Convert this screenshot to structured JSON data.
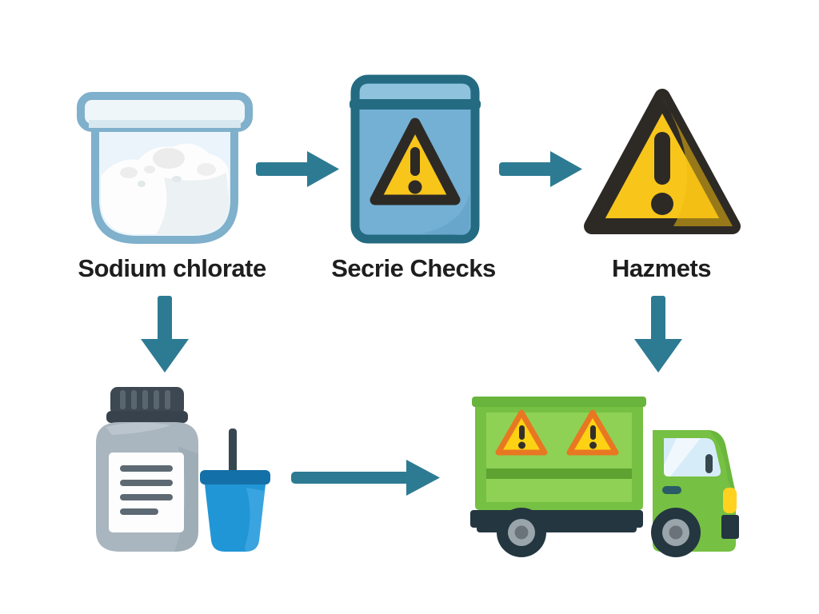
{
  "diagram": {
    "type": "flowchart",
    "description": "Hazmat handling flow: sodium chlorate powder jar leads to a sealed warning pouch (security checks) and hazard warning, then down to labeled chemical bottle with cup, and onward to a hazmat transport truck.",
    "colors": {
      "background": "#ffffff",
      "arrow": "#2d7b93",
      "label_text": "#1e1e1e",
      "warning_yellow": "#f8c51b",
      "warning_border": "#2d2a26",
      "pouch_blue": "#74b0d4",
      "pouch_border": "#246b82",
      "jar_outline": "#7fb0cc",
      "powder_white": "#fdfdfd",
      "bottle_gray": "#a9b6bf",
      "cap_dark": "#3d4852",
      "cup_blue": "#2196d6",
      "cup_rim": "#1470a8",
      "truck_green": "#76c043",
      "truck_panel_green": "#8ed155",
      "truck_stripe_green": "#5ea231",
      "chassis_navy": "#243640",
      "truck_triangle_border": "#e87722",
      "window_blue": "#d6ecf9",
      "headlight_yellow": "#ffd21f"
    },
    "row1": [
      {
        "label": "Sodium chlorate",
        "icon": "powder-jar-icon"
      },
      {
        "label": "Secrie Checks",
        "icon": "warning-pouch-icon"
      },
      {
        "label": "Hazmets",
        "icon": "warning-triangle-icon"
      }
    ],
    "row2": [
      {
        "label": "",
        "icon": "bottle-and-cup-icon"
      },
      {
        "label": "",
        "icon": "hazmat-truck-icon"
      }
    ],
    "connections": [
      "powder-jar -> warning-pouch",
      "warning-pouch -> warning-triangle",
      "powder-jar -> bottle-and-cup",
      "warning-triangle -> hazmat-truck",
      "bottle-and-cup -> hazmat-truck"
    ]
  }
}
